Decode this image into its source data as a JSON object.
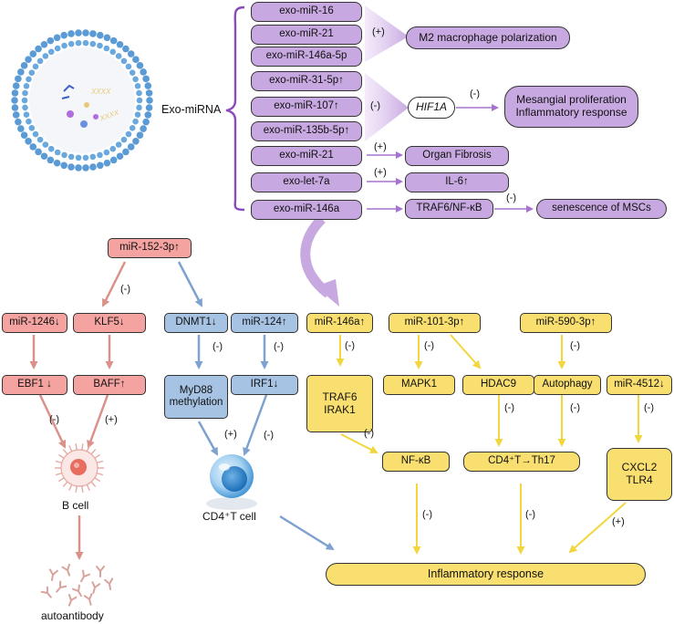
{
  "exo": {
    "center_label": "Exo-miRNA",
    "items": [
      "exo-miR-16",
      "exo-miR-21",
      "exo-miR-146a-5p",
      "exo-miR-31-5p↑",
      "exo-miR-107↑",
      "exo-miR-135b-5p↑",
      "exo-miR-21",
      "exo-let-7a",
      "exo-miR-146a"
    ],
    "sign_plus": "(+)",
    "sign_minus": "(-)",
    "m2": "M2 macrophage polarization",
    "hif1a": "HIF1A",
    "mesangial_line1": "Mesangial proliferation",
    "mesangial_line2": "Inflammatory response",
    "organ_fibrosis": "Organ Fibrosis",
    "il6": "IL-6↑",
    "traf6_nfkb": "TRAF6/NF-κB",
    "senescence": "senescence of MSCs"
  },
  "bcell_path": {
    "mir152": "miR-152-3p↑",
    "mir1246": "miR-1246↓",
    "klf5": "KLF5↓",
    "ebf1": "EBF1 ↓",
    "baff": "BAFF↑",
    "b_cell": "B cell",
    "autoantibody": "autoantibody"
  },
  "tcell_path": {
    "dnmt1": "DNMT1↓",
    "mir124": "miR-124↑",
    "myd88_line1": "MyD88",
    "myd88_line2": "methylation",
    "irf1": "IRF1↓",
    "cd4_cell": "CD4⁺T cell"
  },
  "inflam_path": {
    "mir146a": "miR-146a↑",
    "mir101": "miR-101-3p↑",
    "mir590": "miR-590-3p↑",
    "traf6_line1": "TRAF6",
    "traf6_line2": "IRAK1",
    "mapk1": "MAPK1",
    "hdac9": "HDAC9",
    "autophagy": "Autophagy",
    "mir4512": "miR-4512↓",
    "nfkb": "NF-κB",
    "th17": "CD4⁺T→Th17",
    "cxcl2_line1": "CXCL2",
    "cxcl2_line2": "TLR4",
    "inflammatory_response": "Inflammatory response"
  },
  "signs": {
    "minus": "(-)",
    "plus": "(+)"
  },
  "colors": {
    "purple_box": "#c7a8e0",
    "pink_box": "#f4a3a0",
    "blue_box": "#a7c3e4",
    "yellow_box": "#f9df6f",
    "purple_arrow": "#a573cf",
    "pink_arrow": "#d99189",
    "blue_arrow": "#7ea2d0",
    "yellow_arrow": "#f2d640",
    "vesicle": "#5b9bd5"
  }
}
